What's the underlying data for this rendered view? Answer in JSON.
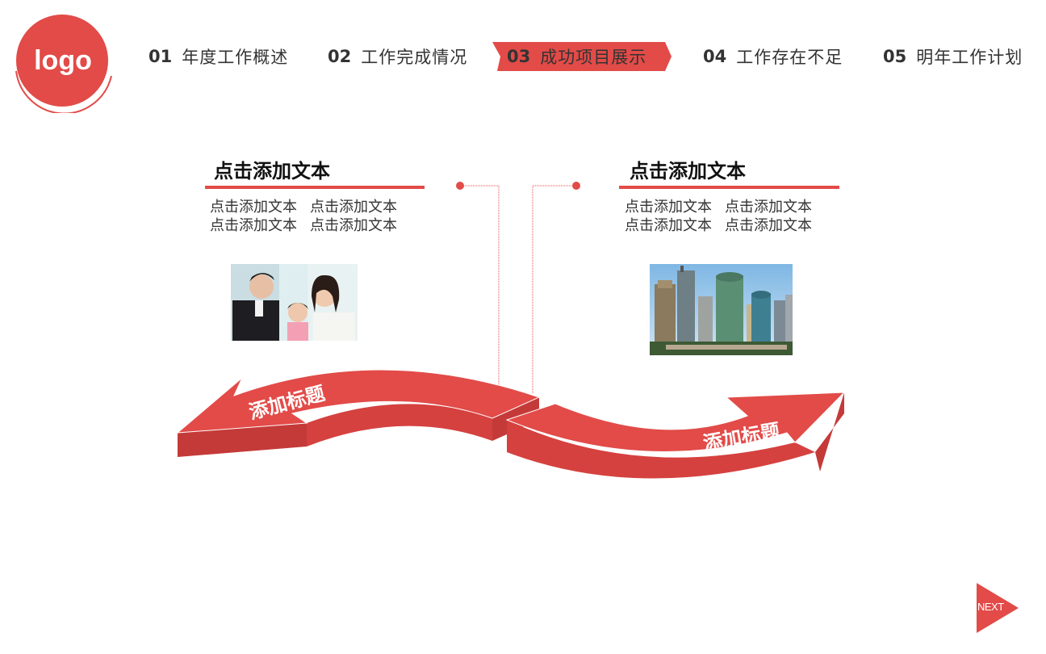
{
  "logo": {
    "text": "logo"
  },
  "nav": {
    "items": [
      {
        "num": "01",
        "label": "年度工作概述",
        "active": false
      },
      {
        "num": "02",
        "label": "工作完成情况",
        "active": false
      },
      {
        "num": "03",
        "label": "成功项目展示",
        "active": true
      },
      {
        "num": "04",
        "label": "工作存在不足",
        "active": false
      },
      {
        "num": "05",
        "label": "明年工作计划",
        "active": false
      }
    ]
  },
  "left_panel": {
    "title": "点击添加文本",
    "lines": [
      "点击添加文本",
      "点击添加文本",
      "点击添加文本",
      "点击添加文本"
    ],
    "photo": "family-with-staff-photo"
  },
  "right_panel": {
    "title": "点击添加文本",
    "lines": [
      "点击添加文本",
      "点击添加文本",
      "点击添加文本",
      "点击添加文本"
    ],
    "photo": "city-skyline-photo"
  },
  "arrows": {
    "left_label": "添加标题",
    "right_label": "添加标题"
  },
  "next_button": {
    "label": "NEXT"
  },
  "colors": {
    "accent": "#e24b48",
    "accent_dark": "#c43a38",
    "text": "#333333"
  }
}
